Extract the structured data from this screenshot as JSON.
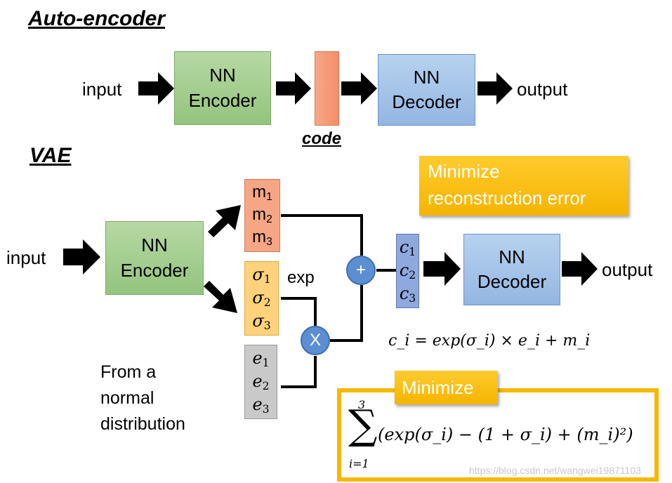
{
  "headings": {
    "autoencoder": "Auto-encoder",
    "vae": "VAE"
  },
  "autoencoder": {
    "input": "input",
    "encoder_line1": "NN",
    "encoder_line2": "Encoder",
    "code": "code",
    "decoder_line1": "NN",
    "decoder_line2": "Decoder",
    "output": "output"
  },
  "vae": {
    "input": "input",
    "encoder_line1": "NN",
    "encoder_line2": "Encoder",
    "m": [
      "m",
      "m",
      "m"
    ],
    "sigma": [
      "σ",
      "σ",
      "σ"
    ],
    "e": [
      "e",
      "e",
      "e"
    ],
    "c": [
      "c",
      "c",
      "c"
    ],
    "subscripts": [
      "1",
      "2",
      "3"
    ],
    "exp": "exp",
    "plus": "+",
    "times": "X",
    "decoder_line1": "NN",
    "decoder_line2": "Decoder",
    "output": "output",
    "normal_note": [
      "From a",
      "normal",
      "distribution"
    ],
    "callout_recon_line1": "Minimize",
    "callout_recon_line2": "reconstruction error",
    "equation": "c_i = exp(σ_i) × e_i + m_i",
    "callout_min": "Minimize",
    "sum_upper": "3",
    "sum_lower": "i=1",
    "sum_body": "(exp(σ_i) − (1 + σ_i) + (m_i)²)"
  },
  "watermark": "https://blog.csdn.net/wangwei19871103",
  "colors": {
    "encoder": "#a6cf92",
    "decoder": "#a6c4ea",
    "code": "#f49b76",
    "sigma": "#fdd27a",
    "noise": "#c9c9c9",
    "c": "#8fa8de",
    "callout": "#f9bd14",
    "node": "#5b8fd2"
  }
}
